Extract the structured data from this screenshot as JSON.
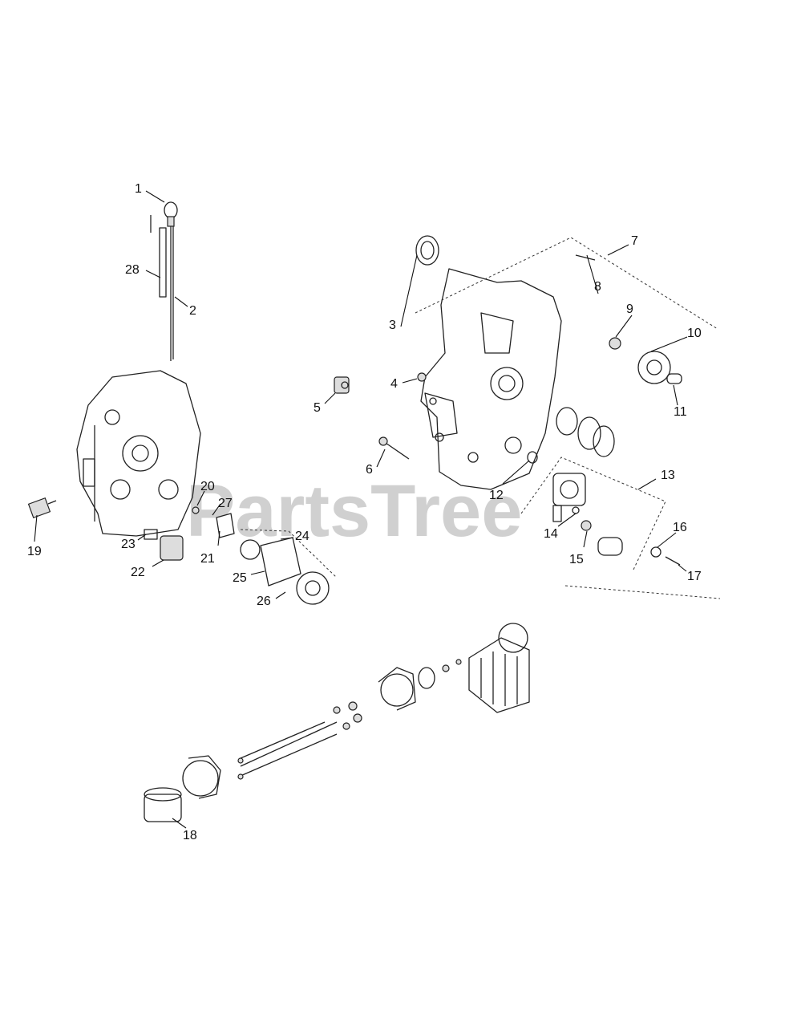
{
  "watermark": "PartsTree",
  "callouts": [
    "1",
    "2",
    "3",
    "4",
    "5",
    "6",
    "7",
    "8",
    "9",
    "10",
    "11",
    "12",
    "13",
    "14",
    "15",
    "16",
    "17",
    "18",
    "19",
    "20",
    "21",
    "22",
    "23",
    "24",
    "25",
    "26",
    "27",
    "28"
  ]
}
